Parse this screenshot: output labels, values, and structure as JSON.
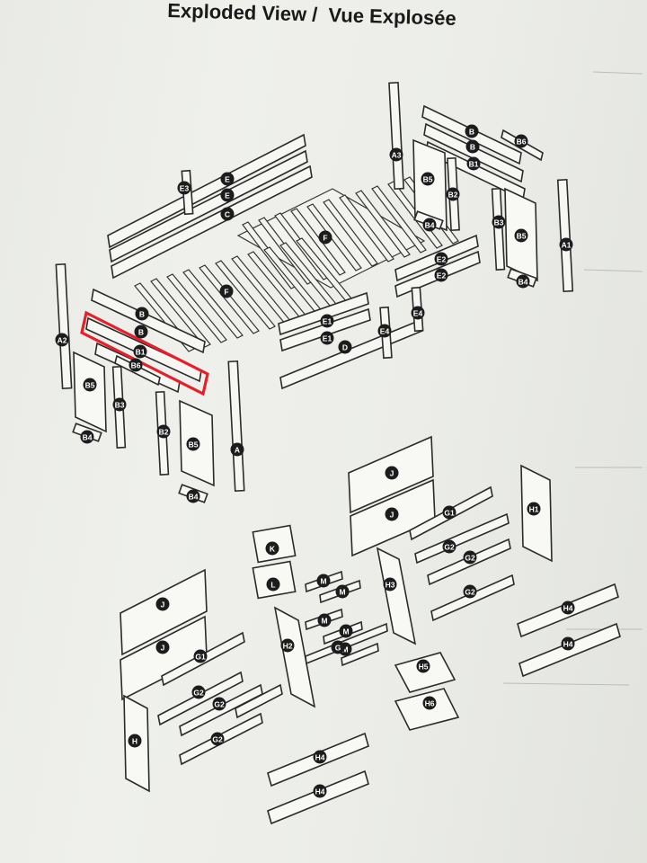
{
  "title": {
    "line1": "Exploded View /",
    "line2": "Vue Explosée"
  },
  "highlight": {
    "color": "#e5202a"
  },
  "badges": [
    {
      "label": "E3"
    },
    {
      "label": "E"
    },
    {
      "label": "E"
    },
    {
      "label": "C"
    },
    {
      "label": "A3"
    },
    {
      "label": "B"
    },
    {
      "label": "B"
    },
    {
      "label": "B1"
    },
    {
      "label": "B6"
    },
    {
      "label": "B5"
    },
    {
      "label": "B2"
    },
    {
      "label": "B4"
    },
    {
      "label": "B3"
    },
    {
      "label": "B5"
    },
    {
      "label": "A1"
    },
    {
      "label": "B4"
    },
    {
      "label": "F"
    },
    {
      "label": "F"
    },
    {
      "label": "E2"
    },
    {
      "label": "E2"
    },
    {
      "label": "E4"
    },
    {
      "label": "E1"
    },
    {
      "label": "E1"
    },
    {
      "label": "D"
    },
    {
      "label": "E4"
    },
    {
      "label": "A2"
    },
    {
      "label": "B"
    },
    {
      "label": "B"
    },
    {
      "label": "B1"
    },
    {
      "label": "B6"
    },
    {
      "label": "B5"
    },
    {
      "label": "B3"
    },
    {
      "label": "B4"
    },
    {
      "label": "B2"
    },
    {
      "label": "B5"
    },
    {
      "label": "A"
    },
    {
      "label": "B4"
    },
    {
      "label": "J"
    },
    {
      "label": "J"
    },
    {
      "label": "G1"
    },
    {
      "label": "H1"
    },
    {
      "label": "G2"
    },
    {
      "label": "G2"
    },
    {
      "label": "G2"
    },
    {
      "label": "K"
    },
    {
      "label": "L"
    },
    {
      "label": "M"
    },
    {
      "label": "M"
    },
    {
      "label": "H3"
    },
    {
      "label": "M"
    },
    {
      "label": "M"
    },
    {
      "label": "M"
    },
    {
      "label": "G"
    },
    {
      "label": "H2"
    },
    {
      "label": "J"
    },
    {
      "label": "J"
    },
    {
      "label": "G1"
    },
    {
      "label": "G2"
    },
    {
      "label": "G2"
    },
    {
      "label": "G2"
    },
    {
      "label": "H"
    },
    {
      "label": "H5"
    },
    {
      "label": "H6"
    },
    {
      "label": "H4"
    },
    {
      "label": "H4"
    },
    {
      "label": "H4"
    },
    {
      "label": "H4"
    }
  ]
}
